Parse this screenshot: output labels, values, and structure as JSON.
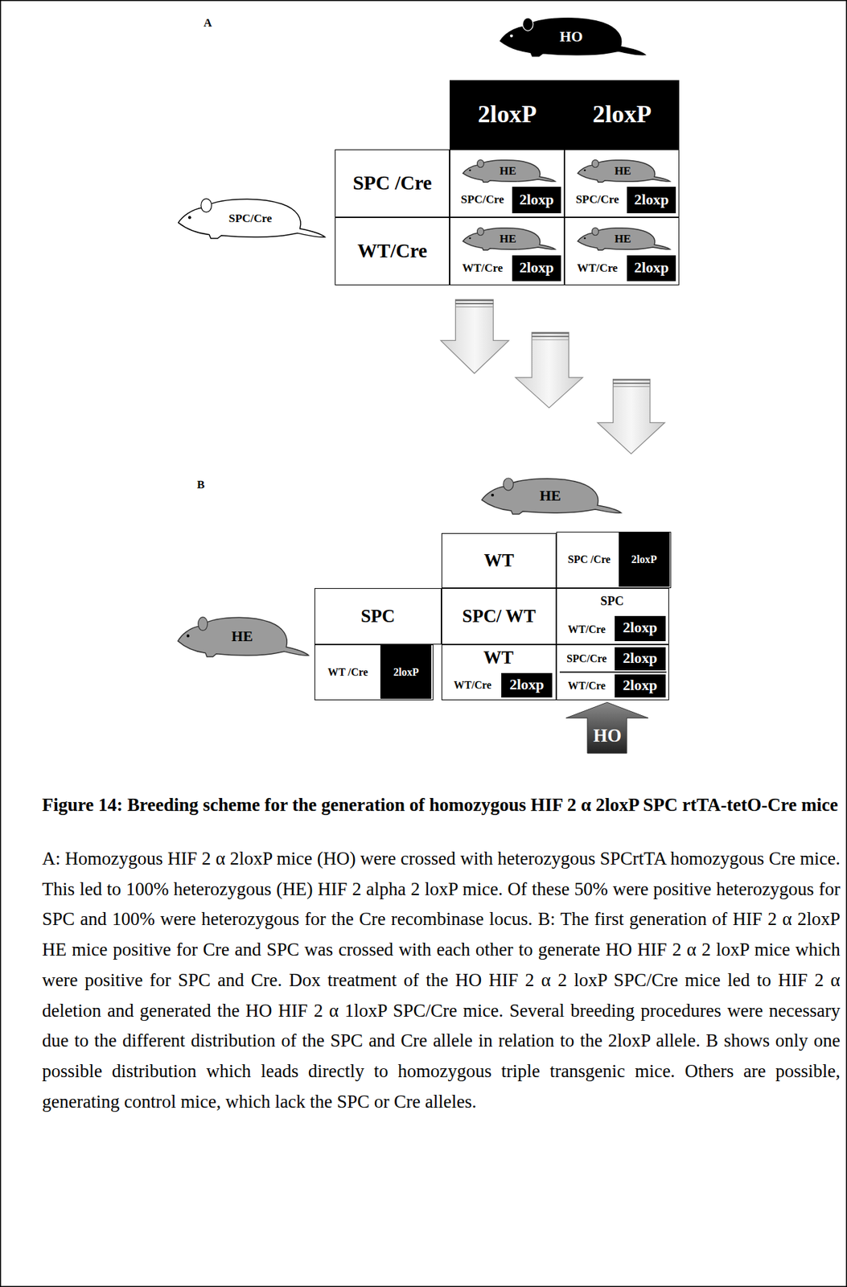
{
  "diagram": {
    "title": "Figure 14: Breeding scheme for the generation of homozygous HIF 2 α 2loxP SPC rtTA-tetO-Cre mice",
    "caption": "A: Homozygous HIF 2 α 2loxP mice (HO) were crossed with heterozygous SPCrtTA homozygous Cre mice. This led to 100% heterozygous (HE) HIF 2 alpha 2 loxP mice. Of these 50% were positive heterozygous for SPC and 100% were heterozygous for the Cre recombinase locus. B: The first generation of HIF 2 α 2loxP HE mice positive for Cre and SPC was crossed with each other to generate HO HIF 2 α 2 loxP mice which were positive for SPC and Cre. Dox treatment of the HO HIF 2 α 2 loxP SPC/Cre mice led to HIF 2 α deletion and generated the HO HIF 2 α 1loxP SPC/Cre mice. Several breeding procedures were necessary due to the different distribution of the SPC and Cre allele in relation to the 2loxP allele. B shows only one possible distribution which leads directly to homozygous triple transgenic mice. Others are possible, generating control mice, which lack the SPC or Cre alleles.",
    "nodes": [
      {
        "text": [
          "HO"
        ]
      },
      {
        "text": [
          "2loxP"
        ]
      },
      {
        "text": [
          "2loxP"
        ]
      },
      {
        "text": [
          "SPC/Cre"
        ]
      },
      {
        "text": [
          "SPC /Cre"
        ]
      },
      {
        "text": [
          "SPC/Cre"
        ]
      },
      {
        "text": [
          "HE"
        ],
        "in": 5
      },
      {
        "text": [
          "2loxp"
        ],
        "in": 5
      },
      {
        "text": [
          "SPC/Cre"
        ]
      },
      {
        "text": [
          "HE"
        ],
        "in": 8
      },
      {
        "text": [
          "2loxp"
        ],
        "in": 8
      },
      {
        "text": [
          "WT/Cre"
        ]
      },
      {
        "text": [
          "WT/Cre"
        ]
      },
      {
        "text": [
          "HE"
        ],
        "in": 12
      },
      {
        "text": [
          "2loxp"
        ],
        "in": 12
      },
      {
        "text": [
          "WT/Cre"
        ]
      },
      {
        "text": [
          "HE"
        ],
        "in": 15
      },
      {
        "text": [
          "2loxp"
        ],
        "in": 15
      },
      {
        "text": [
          "HE"
        ]
      },
      {
        "text": [
          "WT"
        ]
      },
      {
        "text": [
          "SPC /Cre"
        ]
      },
      {
        "text": [
          "2loxP"
        ],
        "in": 20
      },
      {
        "text": [
          "HE"
        ]
      },
      {
        "text": [
          "SPC"
        ]
      },
      {
        "text": [
          "WT /Cre"
        ]
      },
      {
        "text": [
          "2loxP"
        ],
        "in": 24
      },
      {
        "text": [
          "SPC/ WT"
        ]
      },
      {
        "text": [
          "SPC",
          "WT/Cre"
        ]
      },
      {
        "text": [
          "2loxp"
        ],
        "in": 27
      },
      {
        "text": [
          "WT",
          "WT/Cre"
        ]
      },
      {
        "text": [
          "2loxp"
        ],
        "in": 29
      },
      {
        "text": [
          "SPC/Cre",
          "WT/Cre"
        ]
      },
      {
        "text": [
          "2loxp"
        ],
        "in": 31
      },
      {
        "text": [
          "2loxp"
        ],
        "in": 31
      },
      {
        "text": [
          "HO"
        ]
      }
    ],
    "labels": [
      "A",
      "B"
    ]
  }
}
